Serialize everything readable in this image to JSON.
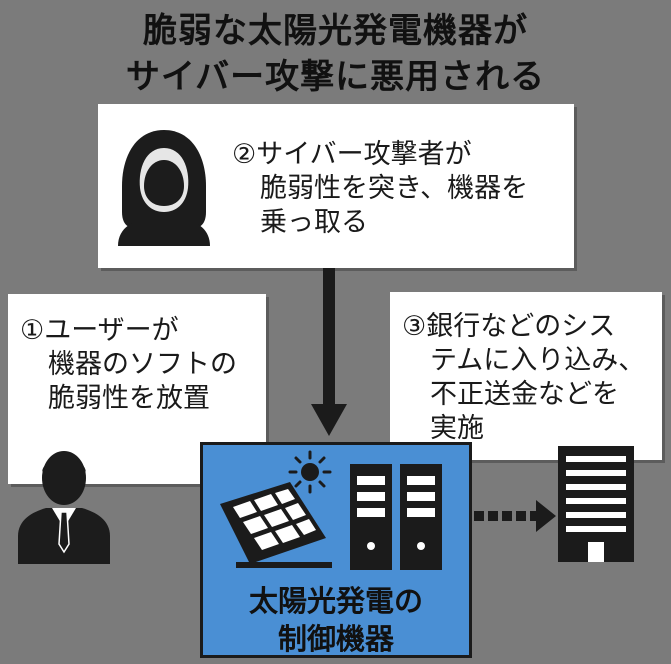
{
  "title": {
    "line1": "脆弱な太陽光発電機器が",
    "line2": "サイバー攻撃に悪用される"
  },
  "steps": {
    "step2": {
      "line1": "②サイバー攻撃者が",
      "line2": "脆弱性を突き、機器を",
      "line3": "乗っ取る"
    },
    "step1": {
      "line1": "①ユーザーが",
      "line2": "機器のソフトの",
      "line3": "脆弱性を放置"
    },
    "step3": {
      "line1": "③銀行などのシス",
      "line2": "テムに入り込み、",
      "line3": "不正送金などを",
      "line4": "実施"
    }
  },
  "center": {
    "line1": "太陽光発電の",
    "line2": "制御機器"
  },
  "icons": {
    "attacker": "hooded-hacker-icon",
    "user": "businessman-icon",
    "solar": "solar-panel-icon",
    "sun": "sun-icon",
    "controller": "server-cabinet-icon",
    "building": "office-building-icon"
  },
  "colors": {
    "background": "#7b7b7b",
    "box": "#ffffff",
    "center_box": "#4a8fd4"
  }
}
